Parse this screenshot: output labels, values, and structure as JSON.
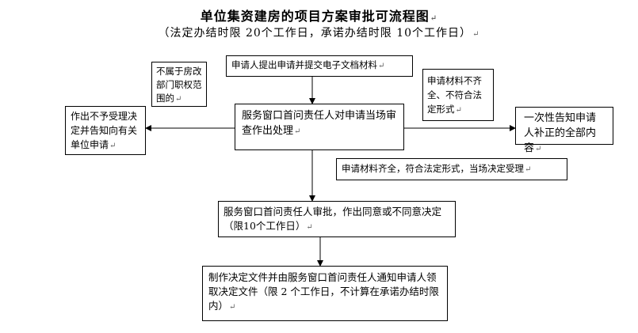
{
  "title": "单位集资建房的项目方案审批可流程图",
  "subtitle": "（法定办结时限 20个工作日，承诺办结时限 10个工作日）",
  "boxes": {
    "apply": "申请人提出申请并提交电子文档材料",
    "not_in_scope": "不属于房改部门职权范围的",
    "incomplete": "申请材料不齐全、不符合法定形式",
    "window_review": "服务窗口首问责任人对申请当场审查作出处理",
    "reject": "作出不予受理决定并告知向有关单位申请",
    "notify_supplement": "一次性告知申请人补正的全部内容",
    "complete": "申请材料齐全，符合法定形式，当场决定受理",
    "approve": "服务窗口首问责任人审批，作出同意或不同意决定（限10个工作日）",
    "issue": "制作决定文件并由服务窗口首问责任人通知申请人领取决定文件（限 2 个工作日，不计算在承诺办结时限内）"
  },
  "paragraph_mark": "↵"
}
